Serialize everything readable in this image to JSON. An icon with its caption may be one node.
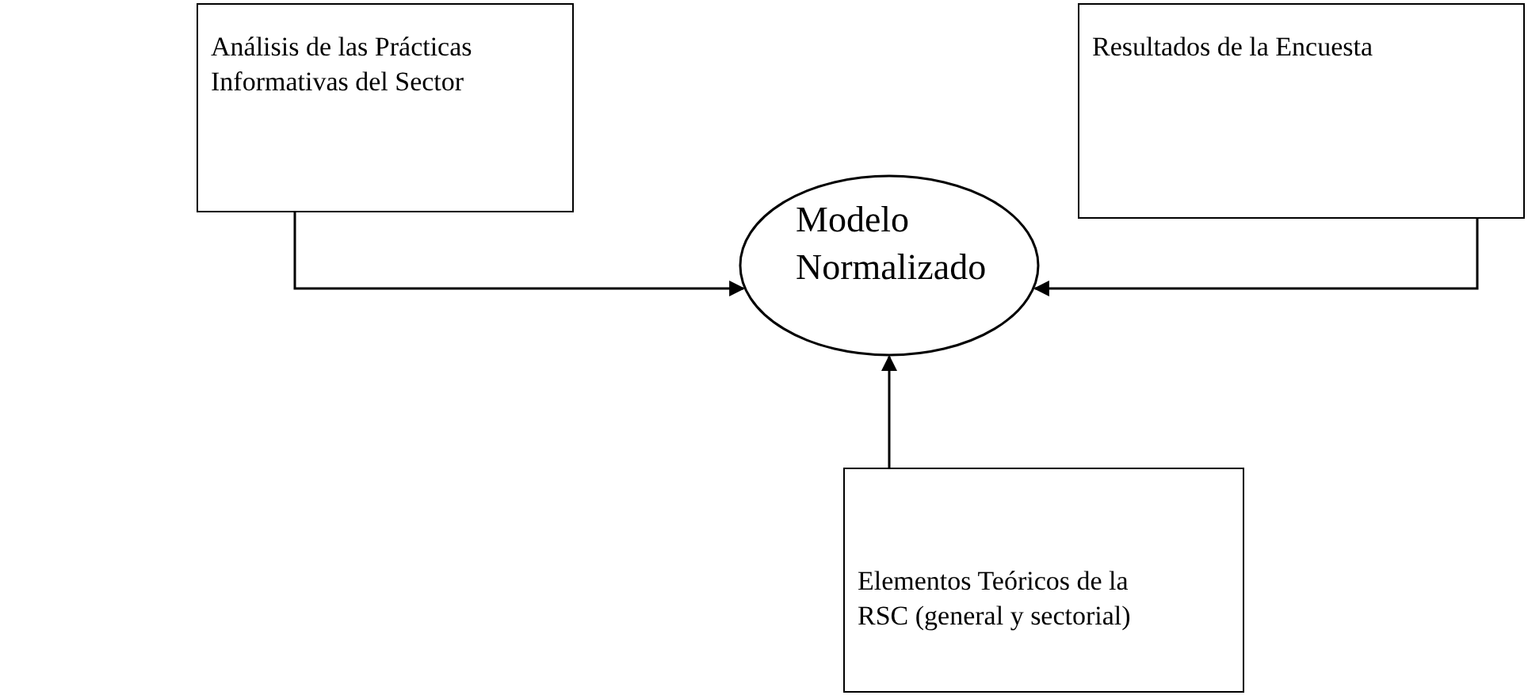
{
  "diagram": {
    "nodes": [
      {
        "text": [
          "Análisis de las Prácticas Informativas del Sector"
        ]
      },
      {
        "text": [
          "Resultados de la Encuesta"
        ]
      },
      {
        "text": [
          "Modelo Normalizado"
        ]
      },
      {
        "text": [
          "Elementos Teóricos de la RSC (general y sectorial)"
        ]
      }
    ],
    "edges": [
      {
        "from": 0,
        "to": 2,
        "arrow": "to"
      },
      {
        "from": 1,
        "to": 2,
        "arrow": "to"
      },
      {
        "from": 3,
        "to": 2,
        "arrow": "to"
      }
    ]
  }
}
